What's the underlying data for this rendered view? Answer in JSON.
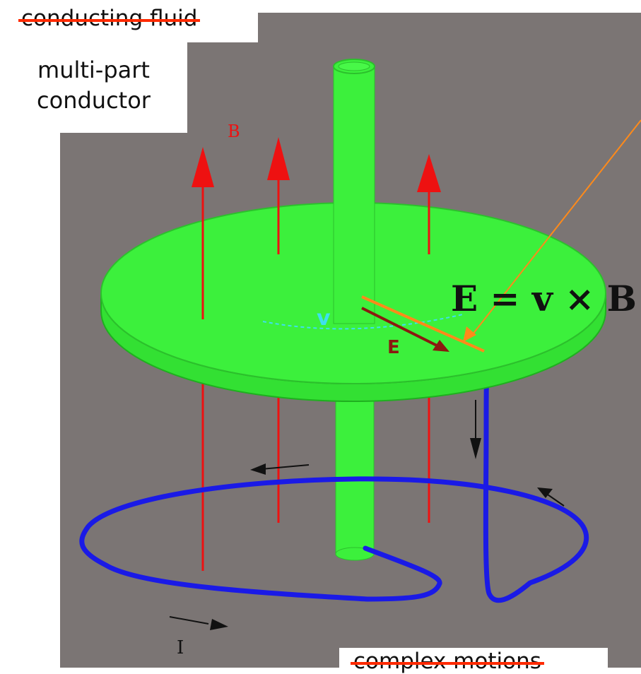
{
  "labels": {
    "struck_top": "conducting fluid",
    "multi_part_line1": "multi-part",
    "multi_part_line2": "conductor",
    "field_B": "B",
    "velocity_v": "v",
    "field_E": "E",
    "current_I": "I",
    "equation": "E = v × B",
    "struck_bottom": "complex motions"
  },
  "colors": {
    "background": "#7b7574",
    "conductor_green": "#3cf03c",
    "magnetic_field_red": "#ee1111",
    "current_wire_blue": "#1a1ae6",
    "velocity_cyan": "#3ee0ee",
    "electric_field_darkred": "#8a1a10",
    "strip_orange": "#ff8a1a",
    "strike_red": "#ff2a00"
  },
  "icons": [
    "red-field-arrow",
    "current-direction-arrow"
  ]
}
